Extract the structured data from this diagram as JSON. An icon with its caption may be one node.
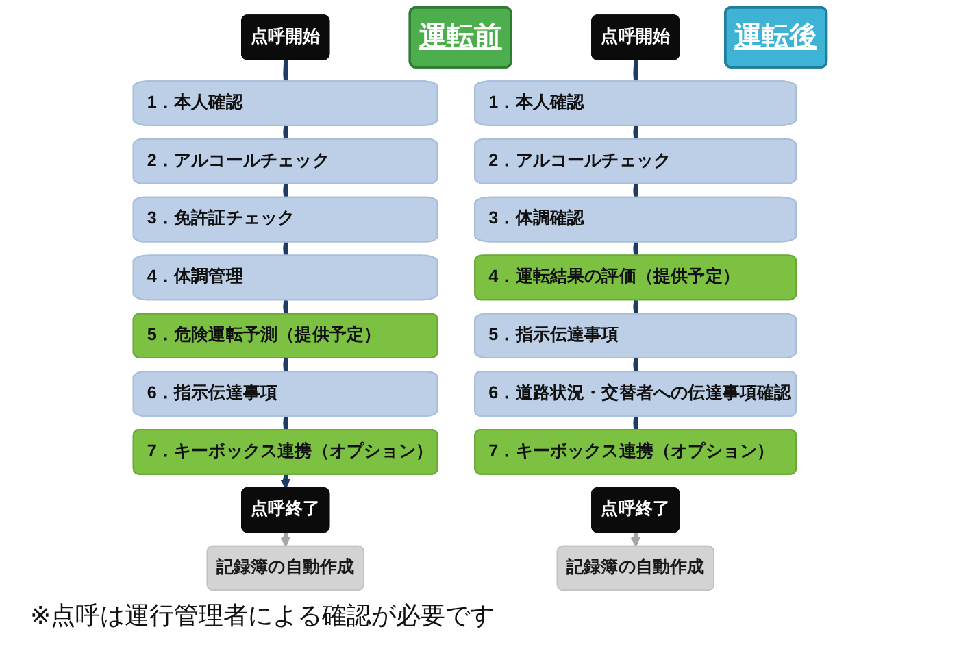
{
  "diagram": {
    "nodes": [
      {
        "text": [
          "点呼開始"
        ]
      },
      {
        "text": [
          "運転前"
        ]
      },
      {
        "text": [
          "1．本人確認"
        ]
      },
      {
        "text": [
          "2．アルコールチェック"
        ]
      },
      {
        "text": [
          "3．免許証チェック"
        ]
      },
      {
        "text": [
          "4．体調管理"
        ]
      },
      {
        "text": [
          "5．危険運転予測（提供予定）"
        ]
      },
      {
        "text": [
          "6．指示伝達事項"
        ]
      },
      {
        "text": [
          "7．キーボックス連携（オプション）"
        ]
      },
      {
        "text": [
          "点呼終了"
        ]
      },
      {
        "text": [
          "記録簿の自動作成"
        ]
      },
      {
        "text": [
          "点呼開始"
        ]
      },
      {
        "text": [
          "運転後"
        ]
      },
      {
        "text": [
          "1．本人確認"
        ]
      },
      {
        "text": [
          "2．アルコールチェック"
        ]
      },
      {
        "text": [
          "3．体調確認"
        ]
      },
      {
        "text": [
          "4．運転結果の評価（提供予定）"
        ]
      },
      {
        "text": [
          "5．指示伝達事項"
        ]
      },
      {
        "text": [
          "6．道路状況・交替者への伝達事項確認"
        ]
      },
      {
        "text": [
          "7．キーボックス連携（オプション）"
        ]
      },
      {
        "text": [
          "点呼終了"
        ]
      },
      {
        "text": [
          "記録簿の自動作成"
        ]
      }
    ],
    "edges": [
      {
        "from": 0,
        "to": 2,
        "arrow": "none"
      },
      {
        "from": 2,
        "to": 3,
        "arrow": "none"
      },
      {
        "from": 3,
        "to": 4,
        "arrow": "none"
      },
      {
        "from": 4,
        "to": 5,
        "arrow": "none"
      },
      {
        "from": 5,
        "to": 6,
        "arrow": "none"
      },
      {
        "from": 6,
        "to": 7,
        "arrow": "none"
      },
      {
        "from": 7,
        "to": 8,
        "arrow": "none"
      },
      {
        "from": 8,
        "to": 9,
        "arrow": "to"
      },
      {
        "from": 9,
        "to": 10,
        "arrow": "to",
        "color": "#a6a6a6"
      },
      {
        "from": 11,
        "to": 13,
        "arrow": "none"
      },
      {
        "from": 13,
        "to": 14,
        "arrow": "none"
      },
      {
        "from": 14,
        "to": 15,
        "arrow": "none"
      },
      {
        "from": 15,
        "to": 16,
        "arrow": "none"
      },
      {
        "from": 16,
        "to": 17,
        "arrow": "none"
      },
      {
        "from": 17,
        "to": 18,
        "arrow": "none"
      },
      {
        "from": 18,
        "to": 19,
        "arrow": "none"
      },
      {
        "from": 20,
        "to": 21,
        "arrow": "to",
        "color": "#a6a6a6"
      }
    ],
    "labels": [
      "※点呼は運行管理者による確認が必要です"
    ]
  }
}
